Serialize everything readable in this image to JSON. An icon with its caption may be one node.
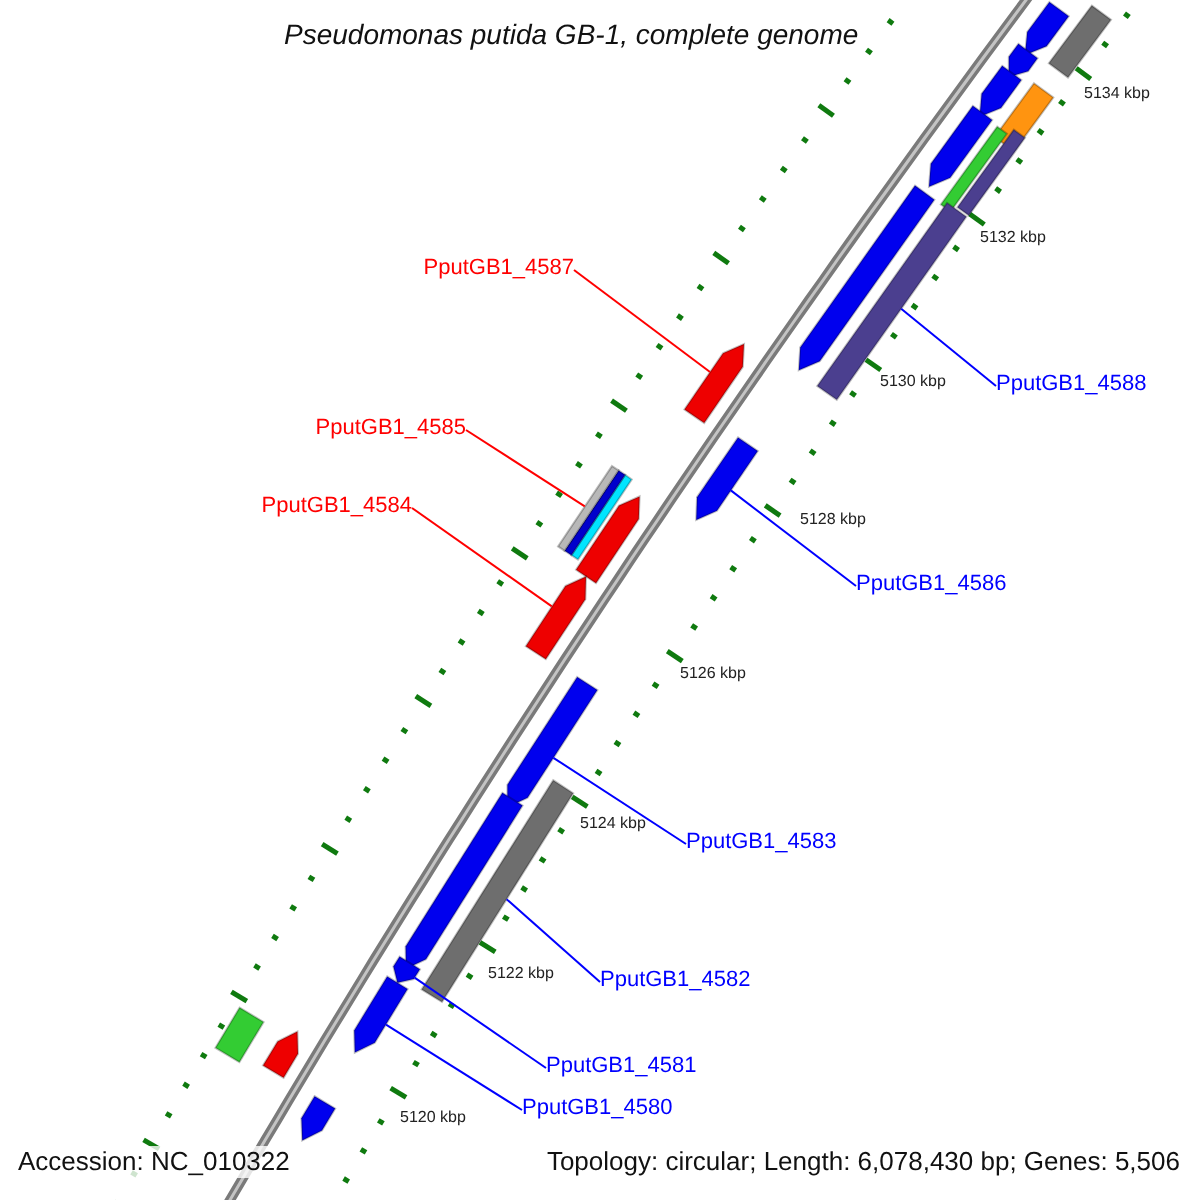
{
  "diagram": {
    "title": "Pseudomonas putida GB-1, complete genome",
    "nodes": [
      {
        "text": [
          "PputGB1_4587"
        ]
      },
      {
        "text": [
          "PputGB1_4585"
        ]
      },
      {
        "text": [
          "PputGB1_4584"
        ]
      },
      {
        "text": [
          "PputGB1_4588"
        ]
      },
      {
        "text": [
          "PputGB1_4586"
        ]
      },
      {
        "text": [
          "PputGB1_4583"
        ]
      },
      {
        "text": [
          "PputGB1_4582"
        ]
      },
      {
        "text": [
          "PputGB1_4581"
        ]
      },
      {
        "text": [
          "PputGB1_4580"
        ]
      },
      {
        "text": [],
        "shape": "bar"
      },
      {
        "text": [],
        "shape": "arrow"
      },
      {
        "text": [],
        "shape": "arrow"
      },
      {
        "text": [],
        "shape": "arrow"
      },
      {
        "text": [],
        "shape": "bar"
      },
      {
        "text": [],
        "shape": "arrow"
      },
      {
        "text": [],
        "shape": "bar"
      },
      {
        "text": [],
        "shape": "bar"
      },
      {
        "text": [],
        "shape": "arrow"
      },
      {
        "text": [],
        "shape": "bar"
      },
      {
        "text": [],
        "shape": "arrow"
      },
      {
        "text": [],
        "shape": "arrow"
      },
      {
        "text": [],
        "shape": "bar"
      },
      {
        "text": [],
        "shape": "arrow"
      },
      {
        "text": [],
        "shape": "arrow"
      },
      {
        "text": [],
        "shape": "arrow"
      },
      {
        "text": [],
        "shape": "bar"
      },
      {
        "text": [],
        "shape": "arrow"
      },
      {
        "text": [],
        "shape": "arrow"
      },
      {
        "text": [],
        "shape": "arrow"
      },
      {
        "text": [],
        "shape": "bar"
      },
      {
        "text": [],
        "shape": "arrow"
      },
      {
        "text": [],
        "shape": "arrow"
      }
    ],
    "edges": [
      {
        "from": 0,
        "to": 19,
        "arrow": "none",
        "color": "#ff0000"
      },
      {
        "from": 1,
        "to": 21,
        "arrow": "none",
        "color": "#ff0000"
      },
      {
        "from": 2,
        "to": 23,
        "arrow": "none",
        "color": "#ff0000"
      },
      {
        "from": 3,
        "to": 18,
        "arrow": "none"
      },
      {
        "from": 4,
        "to": 20,
        "arrow": "none"
      },
      {
        "from": 5,
        "to": 24,
        "arrow": "none"
      },
      {
        "from": 6,
        "to": 25,
        "arrow": "none"
      },
      {
        "from": 7,
        "to": 27,
        "arrow": "none"
      },
      {
        "from": 8,
        "to": 28,
        "arrow": "none"
      }
    ],
    "labels": [
      "5134 kbp",
      "5132 kbp",
      "5130 kbp",
      "5128 kbp",
      "5126 kbp",
      "5124 kbp",
      "5122 kbp",
      "5120 kbp",
      "Accession: NC_010322",
      "Topology: circular; Length: 6,078,430 bp; Genes: 5,506"
    ]
  }
}
